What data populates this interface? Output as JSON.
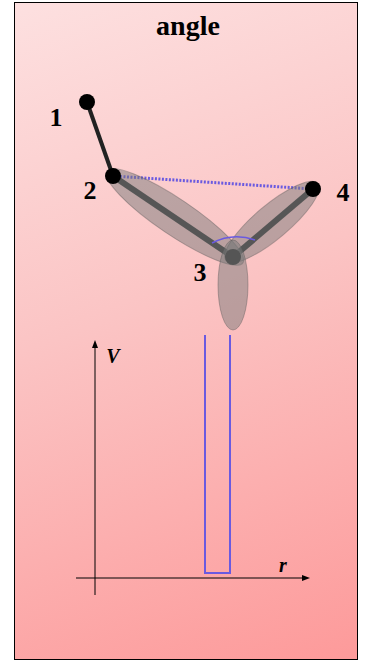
{
  "diagram": {
    "title": "angle",
    "labels": [
      "1",
      "2",
      "3",
      "4",
      "V",
      "r"
    ]
  }
}
